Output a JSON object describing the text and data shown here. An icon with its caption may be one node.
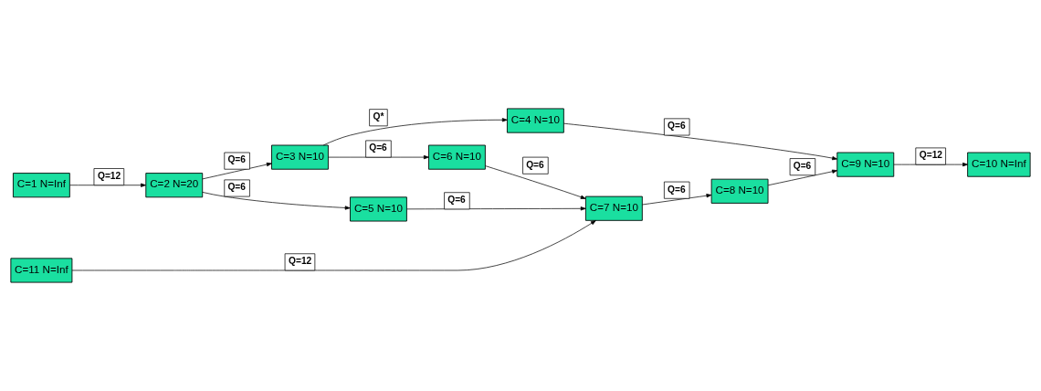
{
  "diagram": {
    "nodes": [
      {
        "text": [
          "C=1 N=Inf"
        ]
      },
      {
        "text": [
          "C=2 N=20"
        ]
      },
      {
        "text": [
          "C=3 N=10"
        ]
      },
      {
        "text": [
          "C=4 N=10"
        ]
      },
      {
        "text": [
          "C=6 N=10"
        ]
      },
      {
        "text": [
          "C=9 N=10"
        ]
      },
      {
        "text": [
          "C=10 N=Inf"
        ]
      },
      {
        "text": [
          "C=5 N=10"
        ]
      },
      {
        "text": [
          "C=8 N=10"
        ]
      },
      {
        "text": [
          "C=11 N=Inf"
        ]
      },
      {
        "text": [
          "C=7 N=10"
        ]
      }
    ],
    "edges": [
      {
        "from": 0,
        "to": 1,
        "arrow": "to",
        "label": "Q=12"
      },
      {
        "from": 1,
        "to": 2,
        "arrow": "to",
        "label": "Q=6"
      },
      {
        "from": 1,
        "to": 7,
        "arrow": "to",
        "label": "Q=6"
      },
      {
        "from": 2,
        "to": 3,
        "arrow": "to",
        "label": "Q*"
      },
      {
        "from": 2,
        "to": 4,
        "arrow": "to",
        "label": "Q=6"
      },
      {
        "from": 3,
        "to": 5,
        "arrow": "to",
        "label": "Q=6"
      },
      {
        "from": 4,
        "to": 10,
        "arrow": "to",
        "label": "Q=6"
      },
      {
        "from": 7,
        "to": 10,
        "arrow": "to",
        "label": "Q=6"
      },
      {
        "from": 9,
        "to": 10,
        "arrow": "to",
        "label": "Q=12"
      },
      {
        "from": 10,
        "to": 8,
        "arrow": "to",
        "label": "Q=6"
      },
      {
        "from": 8,
        "to": 5,
        "arrow": "to",
        "label": "Q=6"
      },
      {
        "from": 5,
        "to": 6,
        "arrow": "to",
        "label": "Q=12"
      }
    ]
  }
}
